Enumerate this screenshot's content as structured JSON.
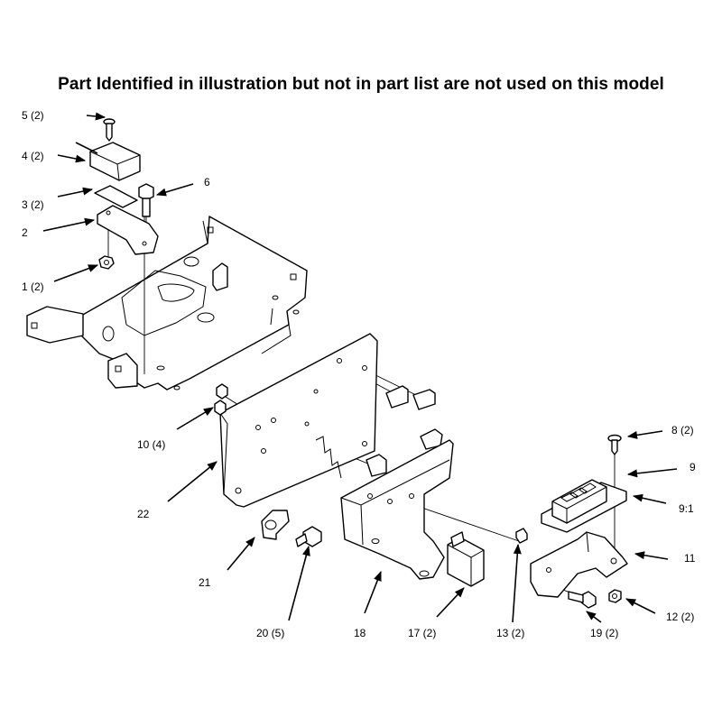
{
  "heading": "Part Identified in illustration but not in part list are not used on this model",
  "callouts": [
    {
      "id": "c5",
      "label": "5 (2)"
    },
    {
      "id": "c4",
      "label": "4 (2)"
    },
    {
      "id": "c3",
      "label": "3 (2)"
    },
    {
      "id": "c2",
      "label": "2"
    },
    {
      "id": "c1",
      "label": "1 (2)"
    },
    {
      "id": "c6",
      "label": "6"
    },
    {
      "id": "c10",
      "label": "10 (4)"
    },
    {
      "id": "c22",
      "label": "22"
    },
    {
      "id": "c21",
      "label": "21"
    },
    {
      "id": "c20",
      "label": "20 (5)"
    },
    {
      "id": "c18",
      "label": "18"
    },
    {
      "id": "c17",
      "label": "17 (2)"
    },
    {
      "id": "c13",
      "label": "13 (2)"
    },
    {
      "id": "c19",
      "label": "19 (2)"
    },
    {
      "id": "c12",
      "label": "12 (2)"
    },
    {
      "id": "c11",
      "label": "11"
    },
    {
      "id": "c91",
      "label": "9:1"
    },
    {
      "id": "c9",
      "label": "9"
    },
    {
      "id": "c8",
      "label": "8 (2)"
    }
  ]
}
